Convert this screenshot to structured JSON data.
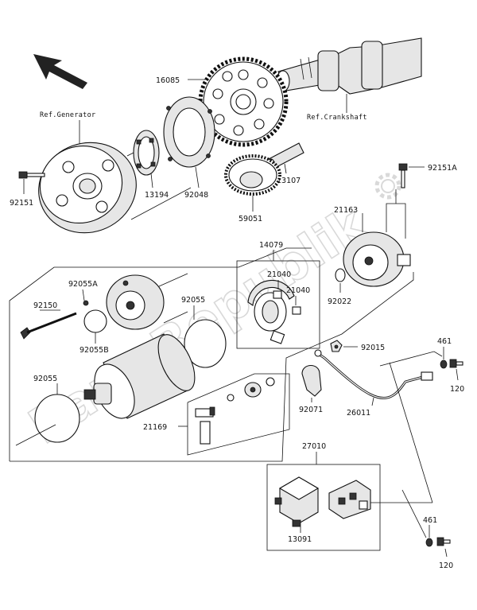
{
  "watermark": "PartsRepublik",
  "refs": {
    "generator": "Ref.Generator",
    "crankshaft": "Ref.Crankshaft"
  },
  "parts": {
    "p16085": "16085",
    "p92151_left": "92151",
    "p13194": "13194",
    "p92048": "92048",
    "p13107": "13107",
    "p59051": "59051",
    "p92151A": "92151A",
    "p21163": "21163",
    "p14079": "14079",
    "p21040_a": "21040",
    "p21040_b": "21040",
    "p92022": "92022",
    "p92055A": "92055A",
    "p92150": "92150",
    "p92055B": "92055B",
    "p92055_mid": "92055",
    "p92055_left": "92055",
    "p92015": "92015",
    "p461_top": "461",
    "p120_top": "120",
    "p92071": "92071",
    "p26011": "26011",
    "p21169": "21169",
    "p27010": "27010",
    "p13091": "13091",
    "p461_bot": "461",
    "p120_bot": "120"
  },
  "icons": {
    "direction": "front-arrow-icon",
    "gear": "gear-icon"
  }
}
